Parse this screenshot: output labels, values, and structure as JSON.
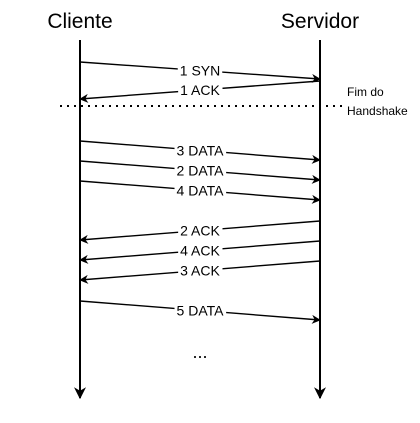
{
  "participants": {
    "client": "Cliente",
    "server": "Servidor"
  },
  "handshake_note": [
    "Fim do",
    "Handshake"
  ],
  "messages": [
    {
      "label": "1 SYN",
      "from": "client",
      "to": "server"
    },
    {
      "label": "1 ACK",
      "from": "server",
      "to": "client"
    },
    {
      "label": "3 DATA",
      "from": "client",
      "to": "server"
    },
    {
      "label": "2 DATA",
      "from": "client",
      "to": "server"
    },
    {
      "label": "4 DATA",
      "from": "client",
      "to": "server"
    },
    {
      "label": "2 ACK",
      "from": "server",
      "to": "client"
    },
    {
      "label": "4 ACK",
      "from": "server",
      "to": "client"
    },
    {
      "label": "3 ACK",
      "from": "server",
      "to": "client"
    },
    {
      "label": "5 DATA",
      "from": "client",
      "to": "server"
    }
  ],
  "continuation": "...",
  "colors": {
    "stroke": "#000000",
    "background": "#ffffff"
  }
}
